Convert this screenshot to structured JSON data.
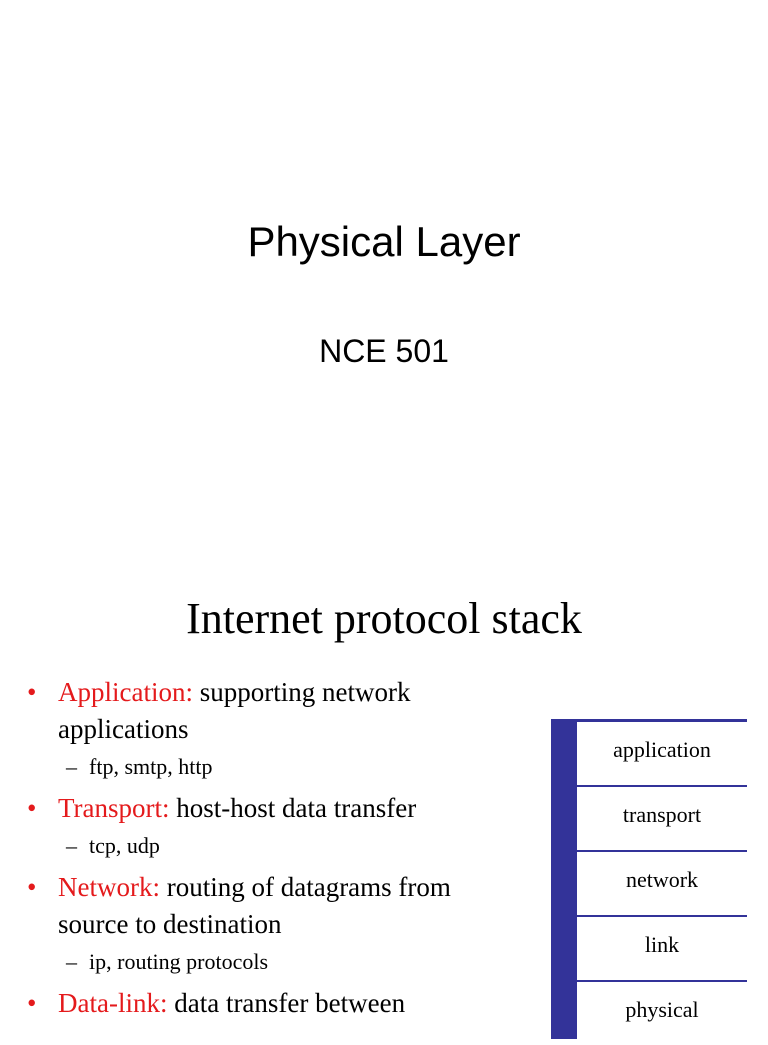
{
  "slide1": {
    "title": "Physical Layer",
    "subtitle": "NCE 501"
  },
  "slide2": {
    "title": "Internet protocol stack",
    "bullets": [
      {
        "keyword": "Application:",
        "text": " supporting network applications",
        "sub": "ftp, smtp, http"
      },
      {
        "keyword": "Transport:",
        "text": " host-host data transfer",
        "sub": "tcp, udp"
      },
      {
        "keyword": "Network:",
        "text": " routing of datagrams from source to destination",
        "sub": "ip, routing protocols"
      },
      {
        "keyword": "Data-link:",
        "text": " data transfer between",
        "sub": ""
      }
    ],
    "stack_layers": [
      "application",
      "transport",
      "network",
      "link",
      "physical"
    ],
    "colors": {
      "keyword": "#e41a1c",
      "stack_frame": "#333399"
    }
  }
}
